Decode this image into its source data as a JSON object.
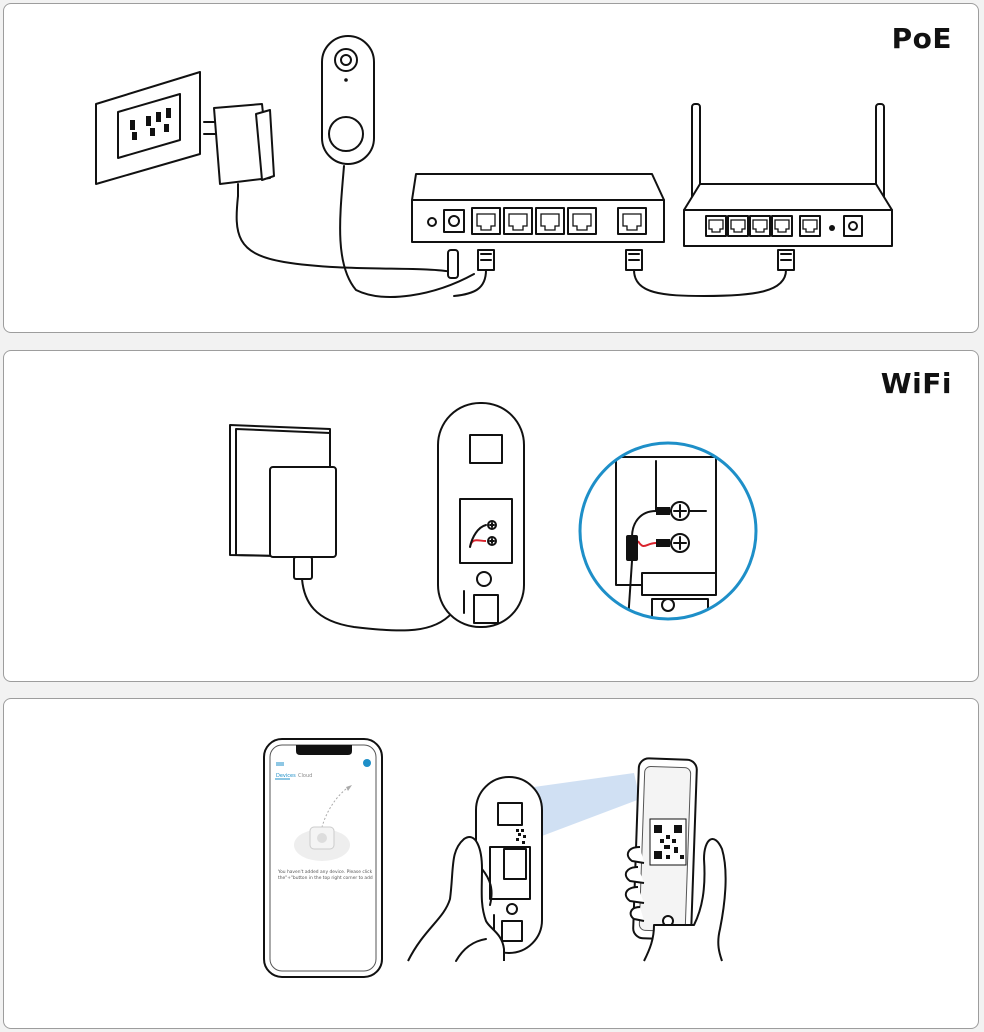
{
  "panels": {
    "poe": {
      "title": "PoE"
    },
    "wifi": {
      "title": "WiFi"
    },
    "setup": {
      "app": {
        "tabs": [
          "Devices",
          "Cloud"
        ],
        "empty_line1": "You haven't added any device. Please click",
        "empty_line2": "the\"+\"button in the top right corner to add"
      }
    }
  },
  "colors": {
    "line": "#111111",
    "accent": "#1e8fc8",
    "wire_red": "#d9232d",
    "scan_beam": "#a9c7ea"
  },
  "icons": [
    "power-outlet-icon",
    "power-adapter-icon",
    "doorbell-icon",
    "poe-switch-icon",
    "router-icon",
    "phone-icon",
    "qr-code-icon",
    "hand-icon"
  ]
}
